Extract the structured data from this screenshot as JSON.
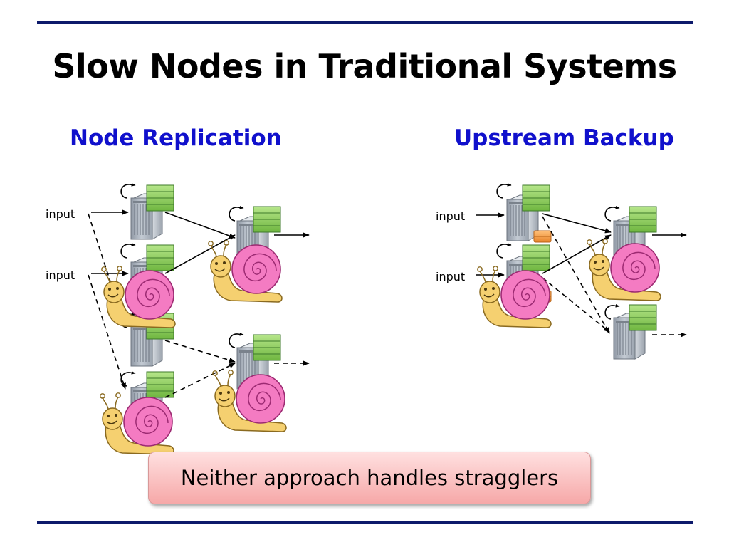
{
  "slide": {
    "title": "Slow Nodes in Traditional Systems",
    "left_heading": "Node Replication",
    "right_heading": "Upstream Backup",
    "callout": "Neither approach handles stragglers"
  },
  "labels": {
    "input": "input"
  },
  "colors": {
    "rule": "#0d1a6b",
    "heading": "#1010cc",
    "snail_shell": "#f47bc2",
    "snail_body": "#f5d070",
    "queue": "#7cc74c",
    "backup_queue": "#f59c3c",
    "callout_fill": "#f6a8a8"
  }
}
